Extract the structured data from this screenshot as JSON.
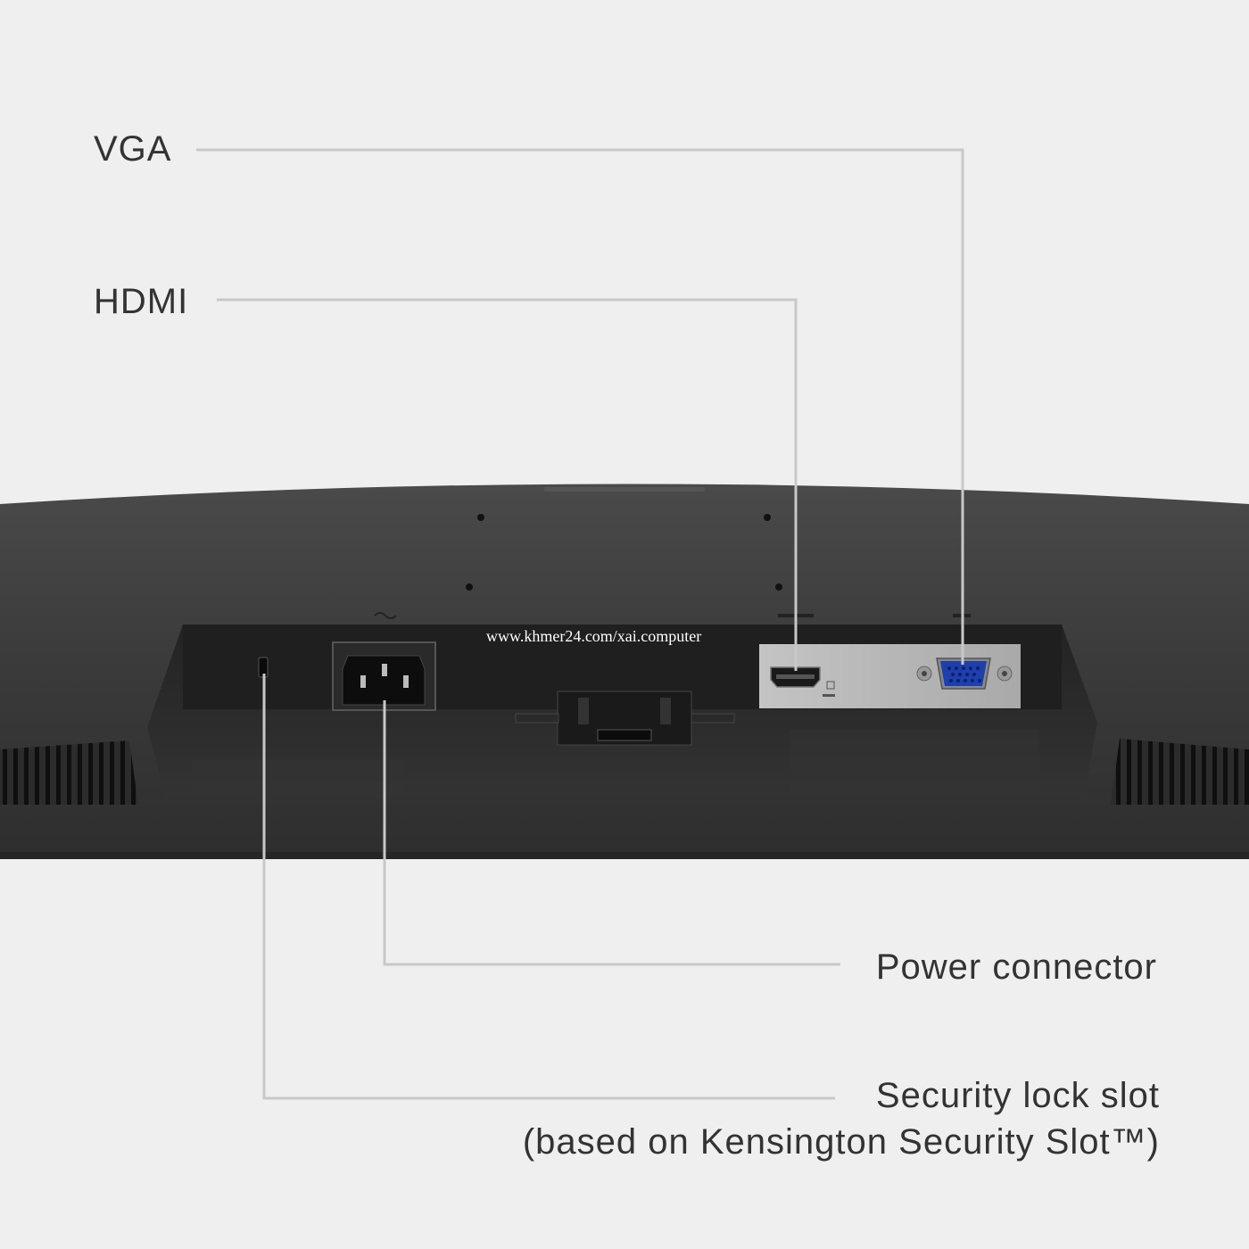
{
  "callouts": {
    "vga": "VGA",
    "hdmi": "HDMI",
    "power": "Power connector",
    "security_line1": "Security lock slot",
    "security_line2": "(based on Kensington Security Slot™)"
  },
  "watermark": "www.khmer24.com/xai.computer",
  "colors": {
    "background": "#efefef",
    "monitor_body": "#3a3a3a",
    "port_panel": "#b9b9b9",
    "vga_port": "#1e3fae",
    "leader_line": "#c8c8c8",
    "text": "#333333"
  }
}
